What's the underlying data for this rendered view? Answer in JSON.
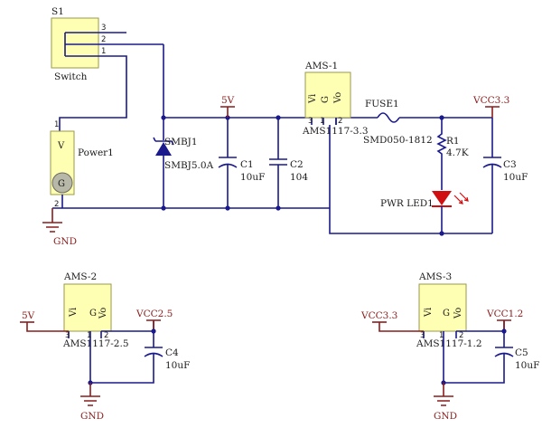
{
  "switch": {
    "ref": "S1",
    "value": "Switch",
    "pins": [
      "3",
      "2",
      "1"
    ]
  },
  "power_connector": {
    "ref": "Power1",
    "pin1_label": "V",
    "pin2_label": "G",
    "pin1": "1",
    "pin2": "2"
  },
  "tvs": {
    "ref": "SMBJ1",
    "value": "SMBJ5.0A"
  },
  "caps": {
    "c1": {
      "ref": "C1",
      "value": "10uF"
    },
    "c2": {
      "ref": "C2",
      "value": "104"
    },
    "c3": {
      "ref": "C3",
      "value": "10uF"
    },
    "c4": {
      "ref": "C4",
      "value": "10uF"
    },
    "c5": {
      "ref": "C5",
      "value": "10uF"
    }
  },
  "regulators": {
    "ams1": {
      "ref": "AMS-1",
      "value": "AMS1117-3.3",
      "pins": [
        "Vi",
        "G",
        "Vo"
      ],
      "pin_nums": [
        "3",
        "1",
        "2"
      ]
    },
    "ams2": {
      "ref": "AMS-2",
      "value": "AMS1117-2.5",
      "pins": [
        "Vi",
        "G",
        "Vo"
      ],
      "pin_nums": [
        "3",
        "1",
        "2"
      ]
    },
    "ams3": {
      "ref": "AMS-3",
      "value": "AMS1117-1.2",
      "pins": [
        "Vi",
        "G",
        "Vo"
      ],
      "pin_nums": [
        "3",
        "1",
        "2"
      ]
    }
  },
  "fuse": {
    "ref": "FUSE1",
    "value": "SMD050-1812"
  },
  "resistor": {
    "ref": "R1",
    "value": "4.7K"
  },
  "led": {
    "ref": "PWR LED1"
  },
  "nets": {
    "v5_top": "5V",
    "vcc33_top": "VCC3.3",
    "v5_ams2": "5V",
    "vcc25": "VCC2.5",
    "vcc33_ams3": "VCC3.3",
    "vcc12": "VCC1.2",
    "gnd_main": "GND",
    "gnd_ams2": "GND",
    "gnd_ams3": "GND"
  },
  "colors": {
    "wire": "#1a1a8c",
    "power_symbol": "#8a1c1c",
    "component_fill": "#ffffb4",
    "led": "#d01010"
  }
}
